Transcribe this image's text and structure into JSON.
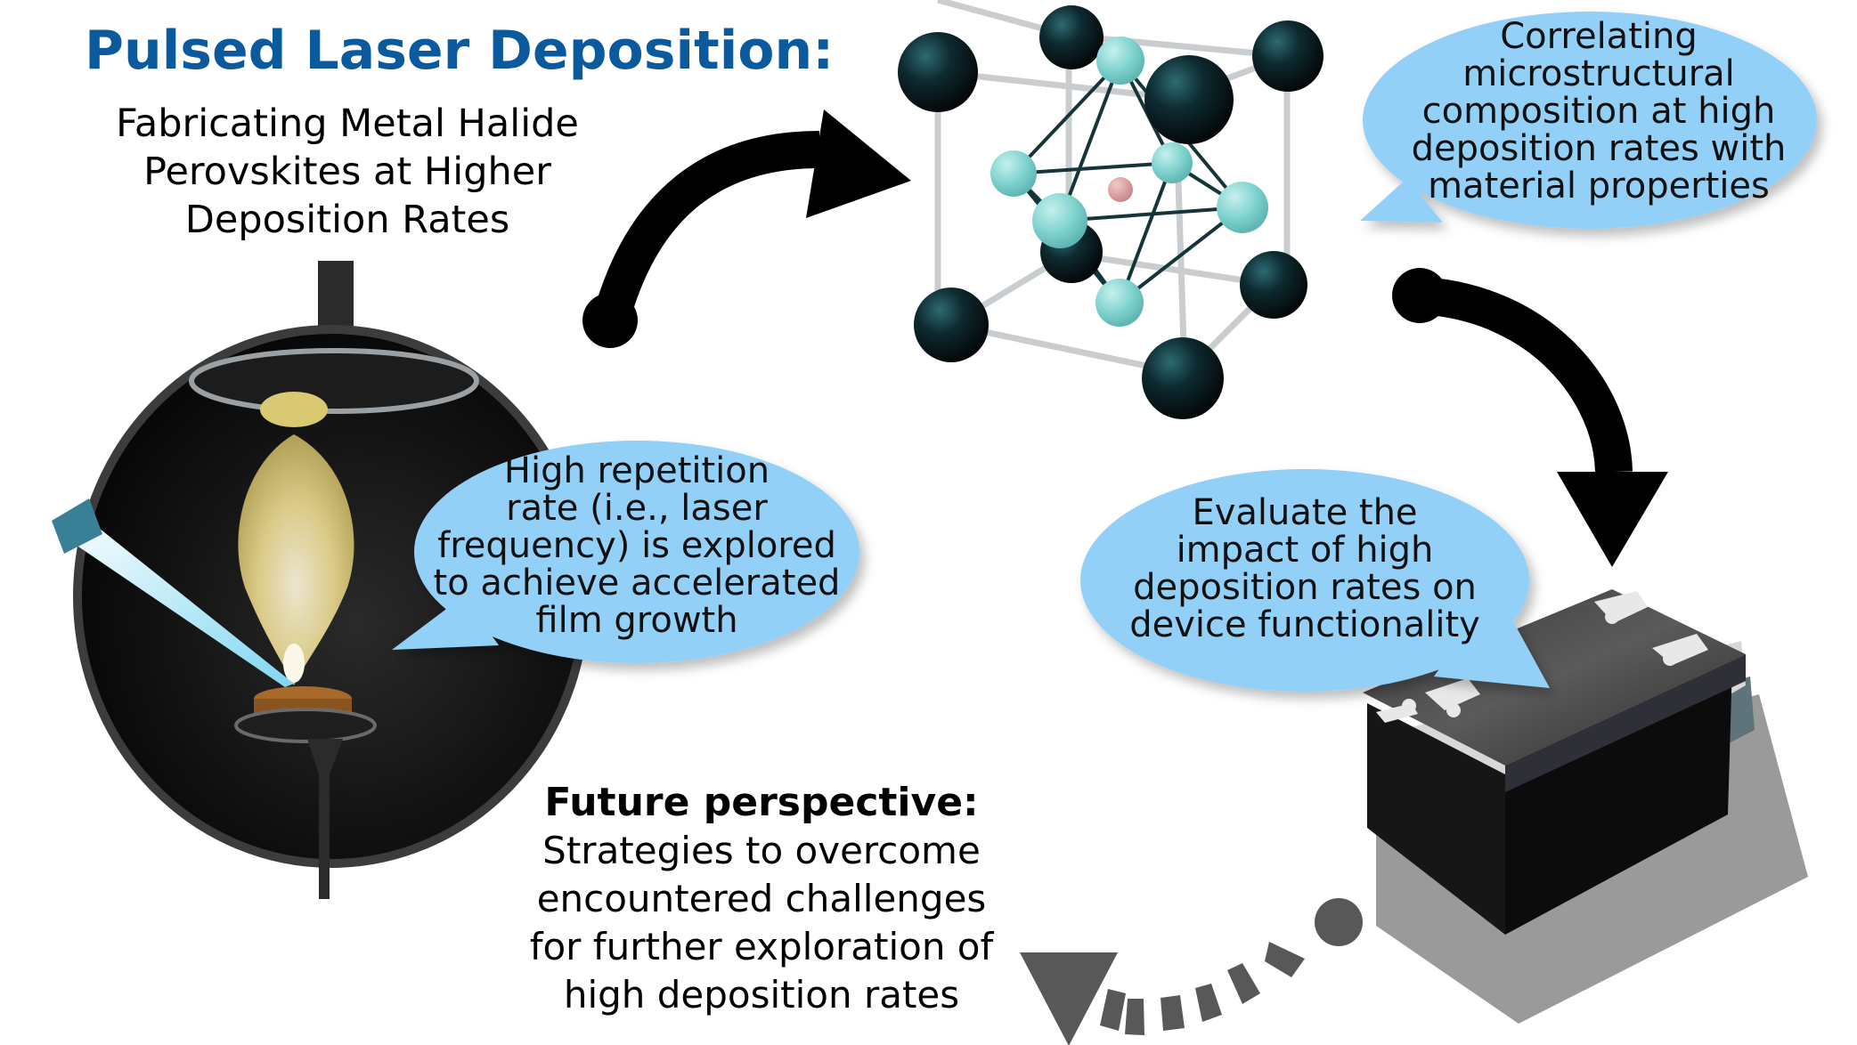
{
  "colors": {
    "title_blue": "#0b5a9e",
    "bubble_blue": "#93d0f8",
    "arrow_black": "#000000",
    "arrow_gray": "#585858",
    "atom_dark": "#0e2a2e",
    "atom_teal": "#7fd3cf",
    "atom_center": "#d99a9a",
    "plume_yellow": "#e8d78a",
    "laser_blue": "#8fd8f0"
  },
  "header": {
    "title": "Pulsed Laser Deposition:",
    "subtitle_lines": [
      "Fabricating Metal Halide",
      "Perovskites at Higher",
      "Deposition Rates"
    ]
  },
  "bubbles": {
    "laser": {
      "lines": [
        "High repetition",
        "rate (i.e., laser",
        "frequency) is explored",
        "to achieve accelerated",
        "film growth"
      ]
    },
    "structure": {
      "lines": [
        "Correlating",
        "microstructural",
        "composition at high",
        "deposition rates with",
        "material properties"
      ]
    },
    "device": {
      "lines": [
        "Evaluate the",
        "impact of high",
        "deposition rates on",
        "device functionality"
      ]
    }
  },
  "future": {
    "heading": "Future perspective:",
    "lines": [
      "Strategies to overcome",
      "encountered challenges",
      "for further exploration of",
      "high deposition rates"
    ]
  },
  "illustrations": {
    "chamber": "pld-vacuum-chamber",
    "crystal": "perovskite-crystal-structure",
    "device": "layered-device-stack"
  }
}
